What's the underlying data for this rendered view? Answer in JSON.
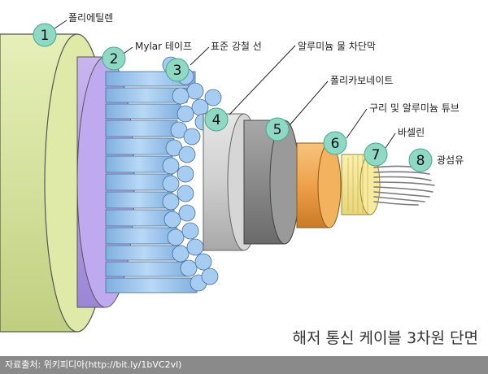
{
  "title": "해저 통신 케이블 3차원 단면",
  "source": "자료출처: 위키피디아(http://bit.ly/1bVC2vl)",
  "layers": [
    {
      "number": "1",
      "label": "폴리에틸렌"
    },
    {
      "number": "2",
      "label": "Mylar 테이프"
    },
    {
      "number": "3",
      "label": "표준 강철 선"
    },
    {
      "number": "4",
      "label": "알루미늄 물 차단막"
    },
    {
      "number": "5",
      "label": "폴리카보네이트"
    },
    {
      "number": "6",
      "label": "구리 및 알루미늄 튜브"
    },
    {
      "number": "7",
      "label": "바셀린"
    },
    {
      "number": "8",
      "label": "광섬유"
    }
  ],
  "colors": {
    "polyethylene": "#d9e6a4",
    "mylar": "#b59fe0",
    "steel": "#9ec4ec",
    "water_barrier": "#c8c8c8",
    "polycarbonate": "#8c8c8c",
    "copper_tube": "#f0a850",
    "vaseline": "#f5e79a",
    "fiber": "#b0b0b0",
    "marker": "#8fd8c3"
  }
}
